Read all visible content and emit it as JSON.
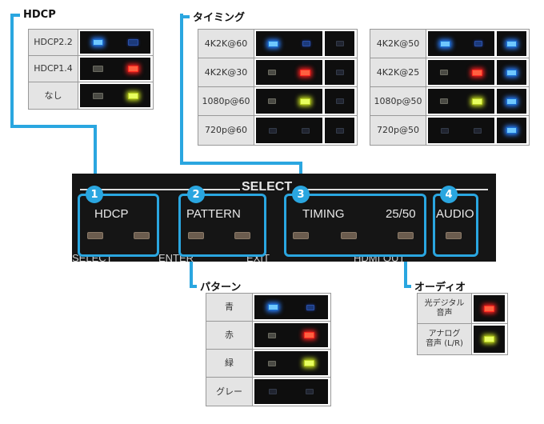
{
  "headings": {
    "hdcp": "HDCP",
    "timing": "タイミング",
    "pattern": "パターン",
    "audio": "オーディオ"
  },
  "hdcp_table": [
    {
      "label": "HDCP2.2",
      "leds": [
        "blue",
        "blue-dim"
      ]
    },
    {
      "label": "HDCP1.4",
      "leds": [
        "off",
        "red"
      ]
    },
    {
      "label": "なし",
      "leds": [
        "off",
        "yellow"
      ]
    }
  ],
  "timing_table_left": [
    {
      "label": "4K2K@60",
      "leds": [
        "blue",
        "blue-dim"
      ],
      "extra": "dark"
    },
    {
      "label": "4K2K@30",
      "leds": [
        "off",
        "red"
      ],
      "extra": "dark"
    },
    {
      "label": "1080p@60",
      "leds": [
        "off",
        "yellow"
      ],
      "extra": "dark"
    },
    {
      "label": "720p@60",
      "leds": [
        "dark",
        "dark"
      ],
      "extra": "dark"
    }
  ],
  "timing_table_right": [
    {
      "label": "4K2K@50",
      "leds": [
        "blue",
        "blue-dim"
      ],
      "extra": "blue"
    },
    {
      "label": "4K2K@25",
      "leds": [
        "off",
        "red"
      ],
      "extra": "blue"
    },
    {
      "label": "1080p@50",
      "leds": [
        "off",
        "yellow"
      ],
      "extra": "blue"
    },
    {
      "label": "720p@50",
      "leds": [
        "dark",
        "dark"
      ],
      "extra": "blue"
    }
  ],
  "pattern_table": [
    {
      "label": "青",
      "leds": [
        "blue",
        "blue-dim"
      ]
    },
    {
      "label": "赤",
      "leds": [
        "off",
        "red"
      ]
    },
    {
      "label": "緑",
      "leds": [
        "off",
        "yellow"
      ]
    },
    {
      "label": "グレー",
      "leds": [
        "dark",
        "dark"
      ]
    }
  ],
  "audio_table": [
    {
      "label": "光デジタル\n音声",
      "leds": [
        "red"
      ]
    },
    {
      "label": "アナログ\n音声 (L/R)",
      "leds": [
        "yellow"
      ]
    }
  ],
  "device": {
    "select": "SELECT",
    "hdcp": "HDCP",
    "pattern": "PATTERN",
    "timing": "TIMING",
    "rate": "25/50",
    "audio": "AUDIO",
    "select_below": "SELECT",
    "enter": "ENTER",
    "exit": "EXIT",
    "hdmi_out": "HDMI OUT"
  },
  "badges": [
    "1",
    "2",
    "3",
    "4"
  ]
}
